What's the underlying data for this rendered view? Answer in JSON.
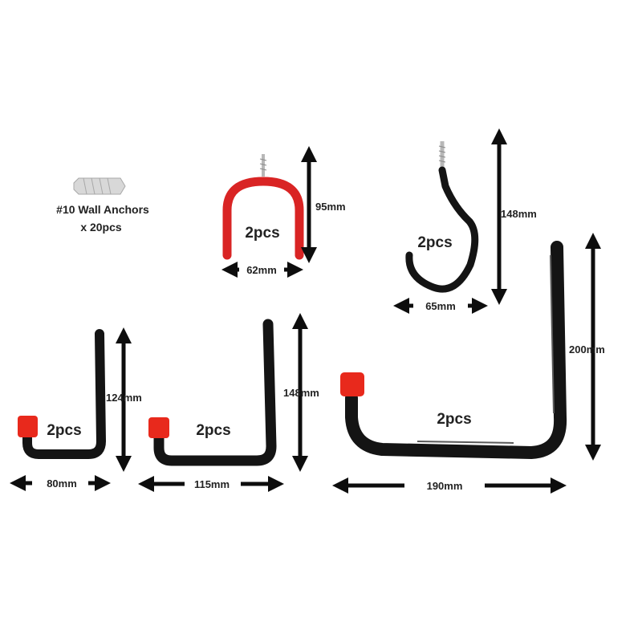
{
  "colors": {
    "hook": "#141414",
    "cap": "#e8291c",
    "red_hook": "#d92424",
    "screw": "#b8b8b8",
    "arrow": "#0d0d0d",
    "anchor": "#d8d8d8"
  },
  "anchors": {
    "line1": "#10 Wall Anchors",
    "line2": "x 20pcs"
  },
  "small_red_hook": {
    "qty": "2pcs",
    "height": "95mm",
    "width": "62mm"
  },
  "large_screw_hook": {
    "qty": "2pcs",
    "height": "148mm",
    "width": "65mm"
  },
  "hook_80": {
    "qty": "2pcs",
    "height": "124mm",
    "width": "80mm"
  },
  "hook_115": {
    "qty": "2pcs",
    "height": "148mm",
    "width": "115mm"
  },
  "hook_190": {
    "qty": "2pcs",
    "height": "200mm",
    "width": "190mm"
  }
}
